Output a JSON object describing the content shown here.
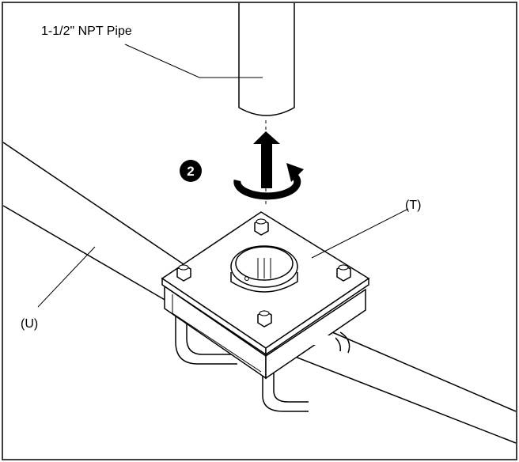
{
  "labels": {
    "pipe": "1-1/2\" NPT Pipe",
    "flange": "(T)",
    "rail": "(U)",
    "step": "2"
  },
  "colors": {
    "line": "#000000",
    "background": "#ffffff",
    "fill_light": "#f2f2f2"
  },
  "icons": {
    "step_badge": "step-number-badge",
    "rotation": "rotate-clockwise-arrow",
    "direction": "up-arrow"
  }
}
